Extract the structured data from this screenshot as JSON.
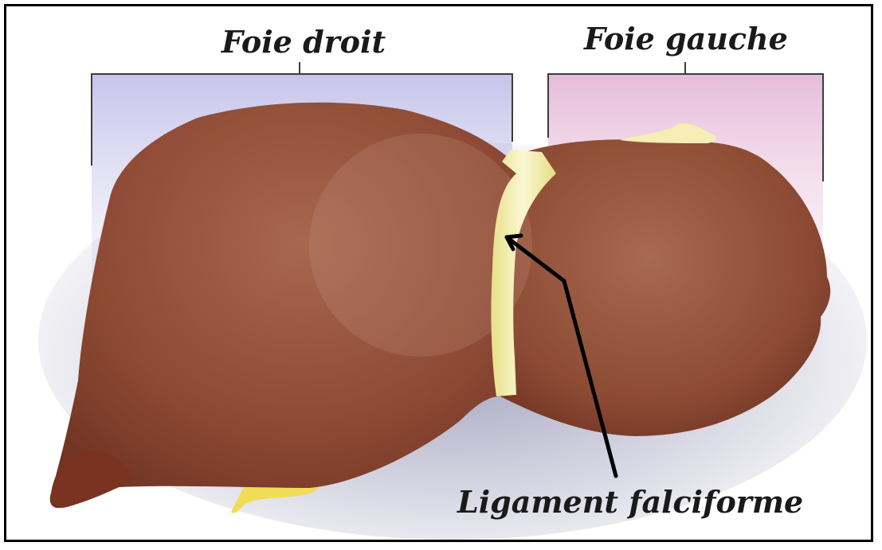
{
  "labels": {
    "right_lobe": "Foie droit",
    "left_lobe": "Foie gauche",
    "ligament": "Ligament falciforme"
  },
  "colors": {
    "right_band": "#c9c6e8",
    "left_band": "#e8c1dc",
    "liver": "#8e4a34",
    "liver_highlight": "#a9634a",
    "ligament": "#f2ec9c",
    "gallbladder": "#f3df5a",
    "arrow": "#000000",
    "frame": "#000000"
  }
}
